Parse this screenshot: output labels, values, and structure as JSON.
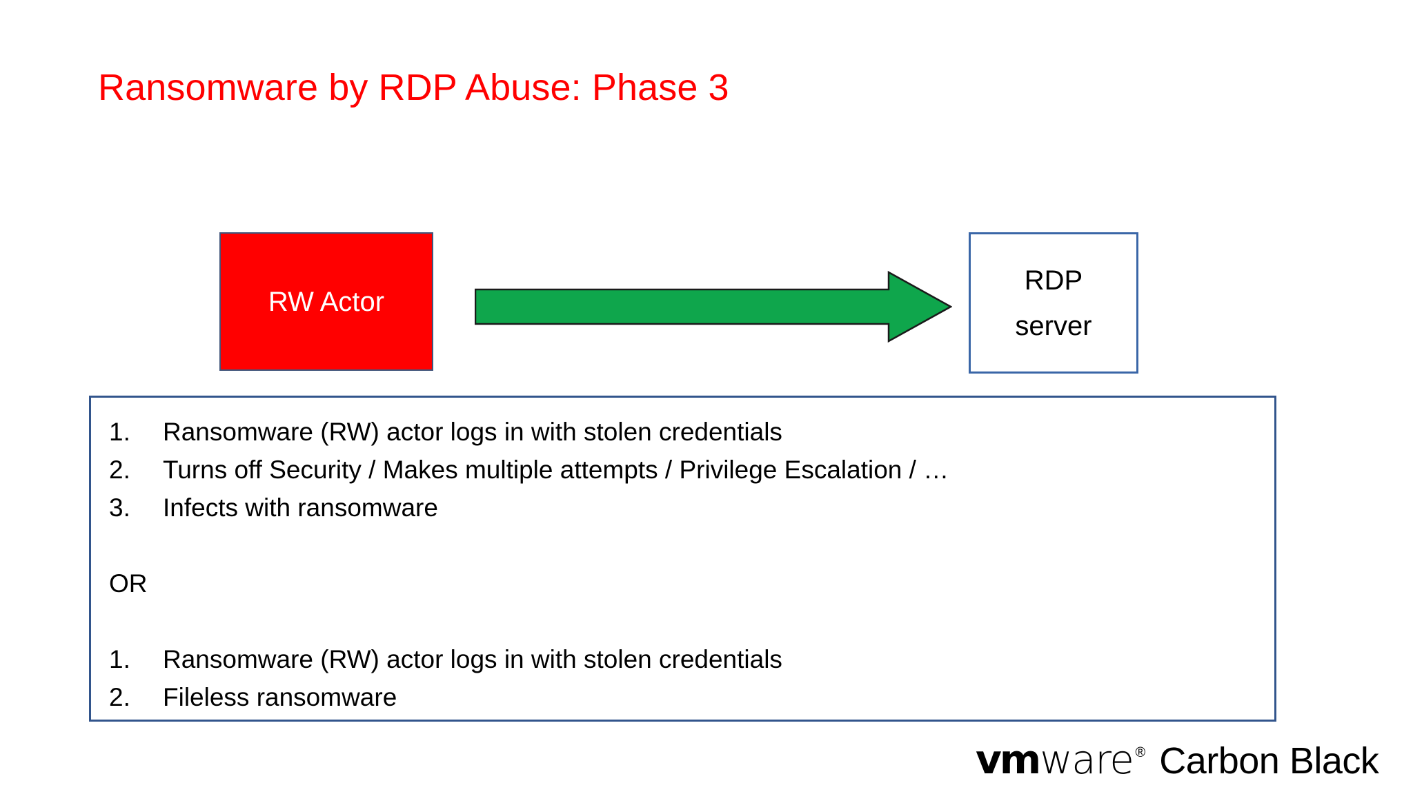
{
  "slide": {
    "title": "Ransomware by RDP Abuse: Phase 3",
    "title_color": "#FF0000",
    "background": "#FFFFFF"
  },
  "diagram": {
    "actor_node": {
      "label": "RW Actor",
      "fill": "#FF0000",
      "text_color": "#FFFFFF",
      "border_color": "#41557B"
    },
    "flow_arrow": {
      "direction": "right",
      "fill": "#0FA64C",
      "outline": "#1A1A1A"
    },
    "server_node": {
      "label_line1": "RDP",
      "label_line2": "server",
      "fill": "#FFFFFF",
      "text_color": "#000000",
      "border_color": "#3A66A7"
    }
  },
  "content_box": {
    "border_color": "#32558C",
    "list_one": [
      {
        "marker": "1.",
        "text": "Ransomware (RW) actor logs in with stolen credentials"
      },
      {
        "marker": "2.",
        "text": "Turns off Security / Makes multiple attempts / Privilege Escalation / …"
      },
      {
        "marker": "3.",
        "text": "Infects with ransomware"
      }
    ],
    "separator": "OR",
    "list_two": [
      {
        "marker": "1.",
        "text": "Ransomware (RW) actor logs in with stolen credentials"
      },
      {
        "marker": "2.",
        "text": "Fileless ransomware"
      }
    ]
  },
  "logo": {
    "vm": "vm",
    "ware": "ware",
    "registered": "®",
    "product": "Carbon Black"
  }
}
